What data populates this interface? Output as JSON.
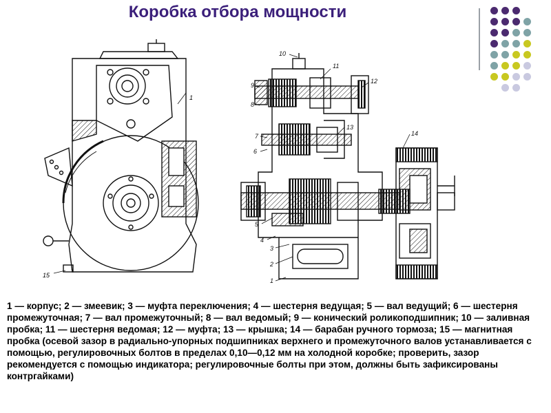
{
  "title": "Коробка отбора мощности",
  "caption": "1 — корпус; 2 — змеевик; 3 — муфта переключения; 4 — шестерня ведущая; 5 — вал ведущий; 6 — шестерня промежуточная; 7 — вал промежуточный; 8 — вал ведомый; 9 — конический роликоподшипник; 10 — заливная пробка; 11 — шестерня ведомая; 12 — муфта; 13 — крышка; 14 — барабан ручного тормоза; 15 — магнитная пробка (осевой зазор в радиально-упорных подшипниках верхнего и промежуточного валов устанавливается с помощью, регулировочных болтов в пределах 0,10—0,12 мм на холодной коробке; проверить, зазор рекомендуется с помощью индикатора; регулировочные болты при этом, должны быть зафиксированы контргайками)",
  "labels": {
    "left_1": "1",
    "left_15": "15",
    "right_1": "1",
    "right_2": "2",
    "right_3": "3",
    "right_4": "4",
    "right_5": "5",
    "right_6": "6",
    "right_7": "7",
    "right_8": "8",
    "right_9": "9",
    "right_10": "10",
    "right_11": "11",
    "right_12": "12",
    "right_13": "13",
    "right_14": "14"
  },
  "colors": {
    "title": "#3b1f7a",
    "dot_purple": "#4b2a6f",
    "dot_teal": "#7fa3a6",
    "dot_yellow": "#c8c820",
    "dot_lavender": "#c9c9e0",
    "line": "#111111"
  }
}
